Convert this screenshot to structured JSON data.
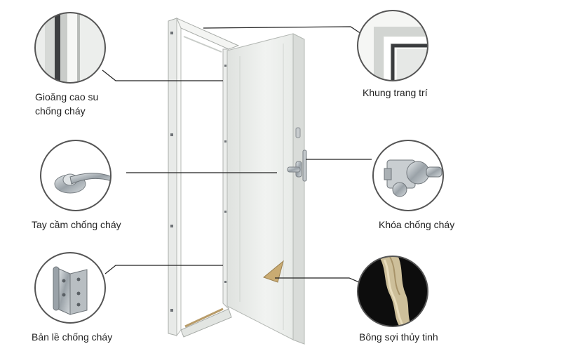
{
  "labels": {
    "gasket": {
      "line1": "Gioăng cao su",
      "line2": "chống cháy"
    },
    "frame": "Khung trang trí",
    "handle": "Tay cầm chống cháy",
    "lock": "Khóa chống cháy",
    "hinge": "Bản lề chống cháy",
    "glass_wool": "Bông sợi thủy tinh"
  },
  "colors": {
    "door": "#eef0ee",
    "frame": "#f3f4f2",
    "line": "#222222",
    "metal": "#bfc5c9",
    "wool": "#cdbf9a"
  },
  "icons": [
    "gasket-detail",
    "frame-detail",
    "lever-handle",
    "door-lock",
    "hinge",
    "glass-wool"
  ]
}
